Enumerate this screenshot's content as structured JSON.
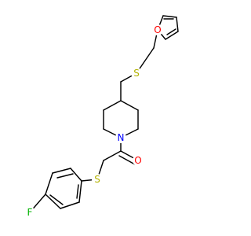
{
  "diagram": {
    "atom_labels": {
      "furan_oxygen": "O",
      "thioether_sulfur_upper": "S",
      "piperidine_nitrogen": "N",
      "carbonyl_oxygen": "O",
      "thioether_sulfur_lower": "S",
      "fluorine": "F"
    },
    "colors": {
      "bond": "#000000",
      "oxygen": "#ff0000",
      "sulfur": "#b2b200",
      "nitrogen": "#0000ff",
      "fluorine": "#00b200",
      "background": "#ffffff"
    }
  }
}
